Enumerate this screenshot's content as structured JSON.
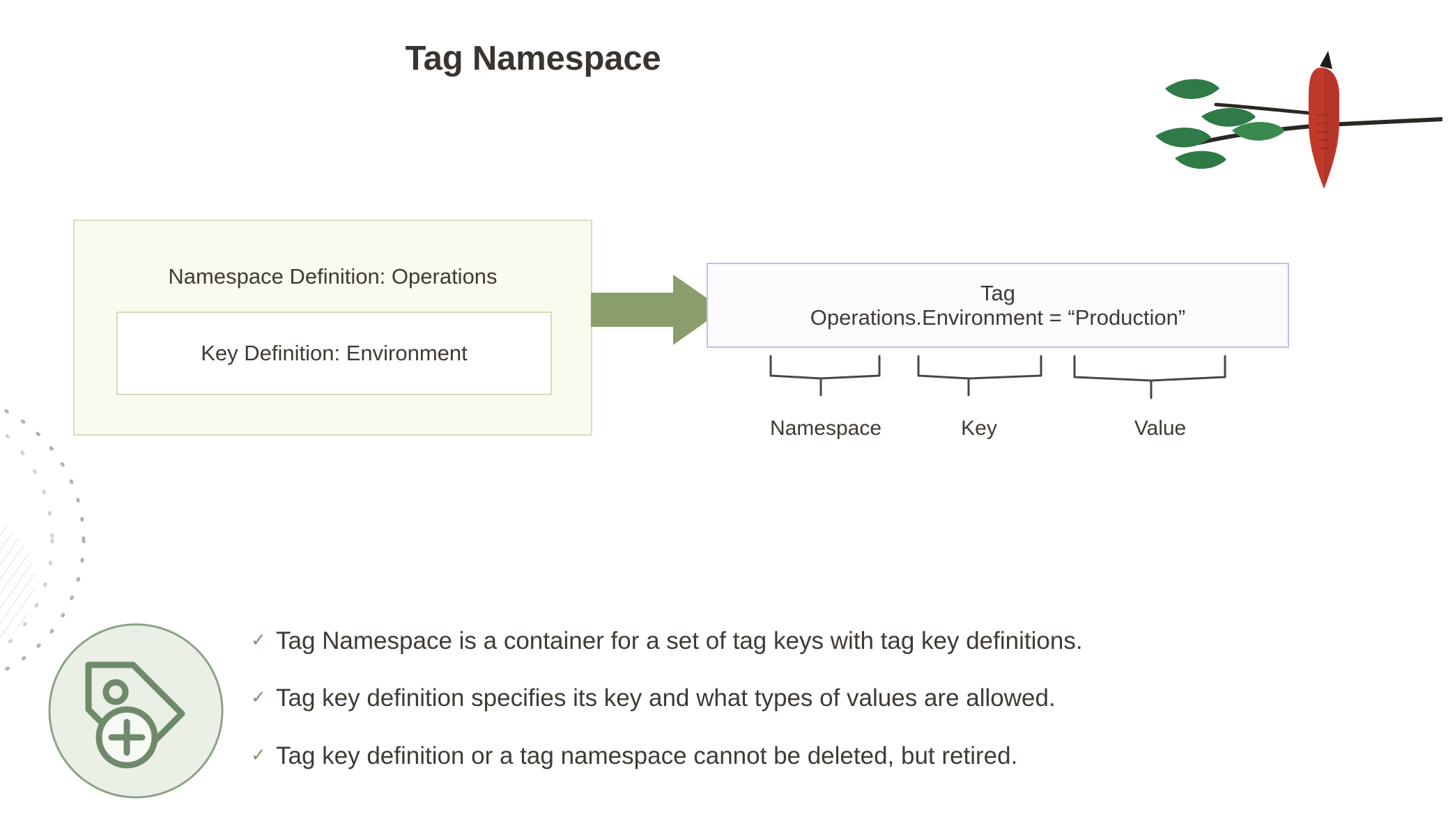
{
  "slide": {
    "title": "Tag Namespace",
    "background_color": "#ffffff",
    "title_color": "#3a342e"
  },
  "diagram": {
    "namespace_box": {
      "label": "Namespace Definition: Operations",
      "fill_color": "#fbfaee",
      "border_color": "#dcdcc2",
      "key_box": {
        "label": "Key Definition: Environment",
        "fill_color": "#ffffff",
        "border_color": "#d8d8bc"
      }
    },
    "arrow": {
      "name": "right-arrow",
      "color": "#8a9e6b"
    },
    "tag_box": {
      "line1": "Tag",
      "line2": "Operations.Environment = “Production”",
      "fill_color": "#fcfcff",
      "border_color": "#b8c2e6"
    },
    "braces": [
      {
        "label": "Namespace"
      },
      {
        "label": "Key"
      },
      {
        "label": "Value"
      }
    ]
  },
  "icon": {
    "name": "tag-add-icon",
    "circle_fill": "#eaf0e6",
    "stroke_color": "#6e8a6b"
  },
  "artwork": {
    "name": "bird-on-branch-illustration",
    "bird_color": "#c0392b",
    "leaf_color": "#2f7a46",
    "branch_color": "#2b2723"
  },
  "bullets": {
    "check_color": "#7d9470",
    "items": [
      "Tag Namespace is a container for a set of tag keys with tag key definitions.",
      "Tag key definition specifies its key and what types of values are allowed.",
      "Tag key definition or a tag namespace cannot be deleted, but retired."
    ]
  }
}
